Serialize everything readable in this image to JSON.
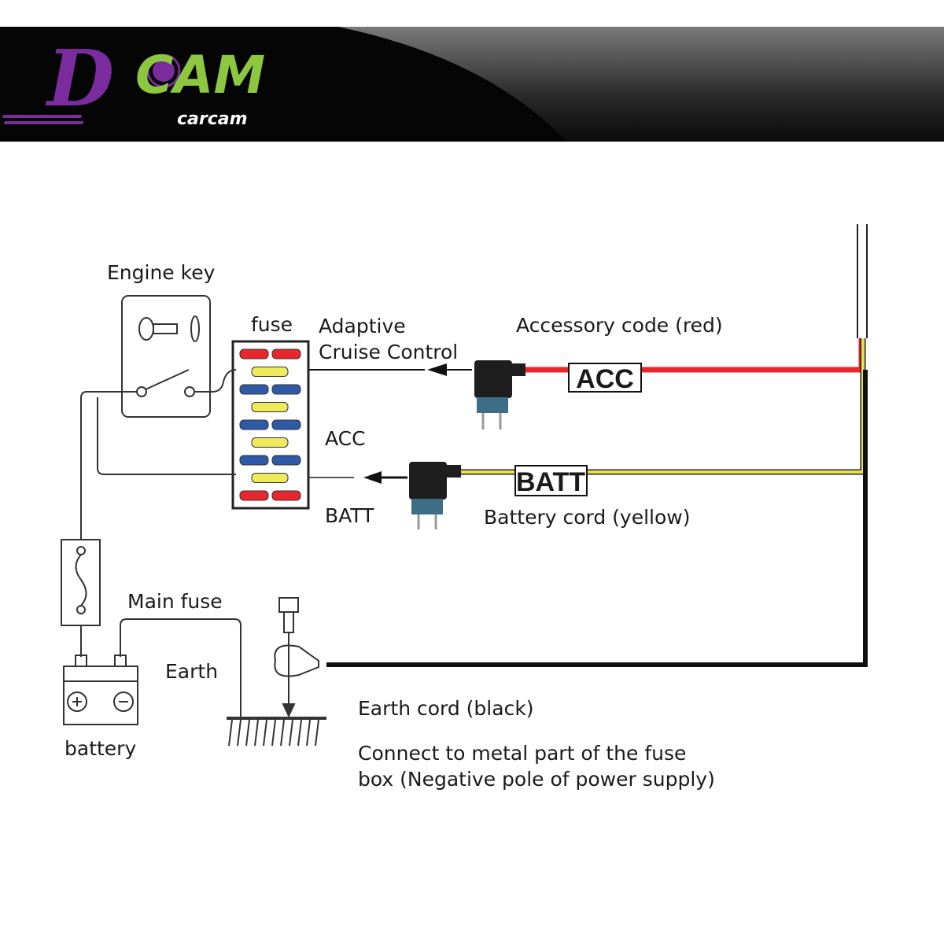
{
  "brand": {
    "logo_letter": "D",
    "logo_word": "CAM",
    "logo_sub": "carcam",
    "colors": {
      "purple": "#7a2c9e",
      "green": "#8dc63f"
    }
  },
  "diagram": {
    "engine_key": "Engine key",
    "fuse": "fuse",
    "adaptive_line1": "Adaptive",
    "adaptive_line2": "Cruise Control",
    "accessory_code": "Accessory code (red)",
    "acc_tag": "ACC",
    "acc_label": "ACC",
    "batt_tag": "BATT",
    "batt_label": "BATT",
    "battery_cord": "Battery cord (yellow)",
    "main_fuse": "Main fuse",
    "earth": "Earth",
    "battery": "battery",
    "earth_cord": "Earth cord (black)",
    "connect_line1": "Connect to metal part of the fuse",
    "connect_line2": "box (Negative pole of power supply)",
    "wire_colors": {
      "red": "#e8262b",
      "yellow": "#e8e04a",
      "black": "#111111"
    }
  }
}
